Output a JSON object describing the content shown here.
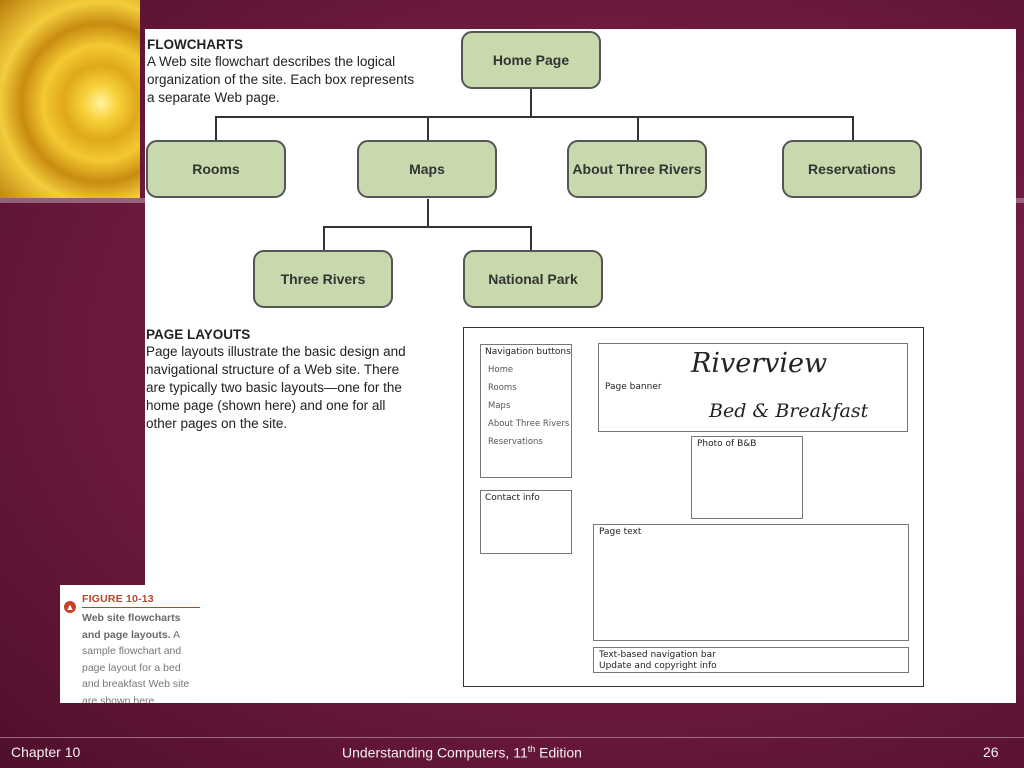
{
  "flowchart": {
    "heading": "FLOWCHARTS",
    "description_lines": [
      "A Web site flowchart describes the logical",
      "organization of the site. Each box represents",
      "a separate Web page."
    ],
    "nodes": {
      "home": "Home Page",
      "rooms": "Rooms",
      "maps": "Maps",
      "about": "About Three Rivers",
      "reservations": "Reservations",
      "three_rivers": "Three Rivers",
      "national_park": "National Park"
    }
  },
  "page_layouts": {
    "heading": "PAGE LAYOUTS",
    "description_lines": [
      "Page layouts illustrate the basic design and",
      "navigational structure of a Web site. There",
      "are typically two basic layouts—one for the",
      "home page (shown here) and one for all",
      "other pages on the site."
    ],
    "mockup": {
      "nav_title": "Navigation buttons",
      "nav_items": [
        "Home",
        "Rooms",
        "Maps",
        "About Three Rivers",
        "Reservations"
      ],
      "contact": "Contact info",
      "banner_label": "Page banner",
      "logo_line1": "Riverview",
      "logo_line2": "Bed & Breakfast",
      "photo": "Photo of B&B",
      "page_text": "Page text",
      "footer_line1": "Text-based navigation bar",
      "footer_line2": "Update and copyright info"
    }
  },
  "figure_caption": {
    "number": "FIGURE 10-13",
    "title_line1": "Web site flowcharts",
    "title_line2": "and page layouts.",
    "title_line2_tail": "A",
    "body_lines": [
      "sample flowchart and",
      "page layout for a bed",
      "and breakfast Web site",
      "are shown here."
    ]
  },
  "footer": {
    "chapter": "Chapter 10",
    "book_prefix": "Understanding Computers, 11",
    "book_sup": "th",
    "book_suffix": " Edition",
    "page": "26"
  },
  "colors": {
    "background": "#7a1f47",
    "node_fill": "#c8d9ae",
    "accent_rose": "#f4c932",
    "caption_red": "#b8442a"
  }
}
